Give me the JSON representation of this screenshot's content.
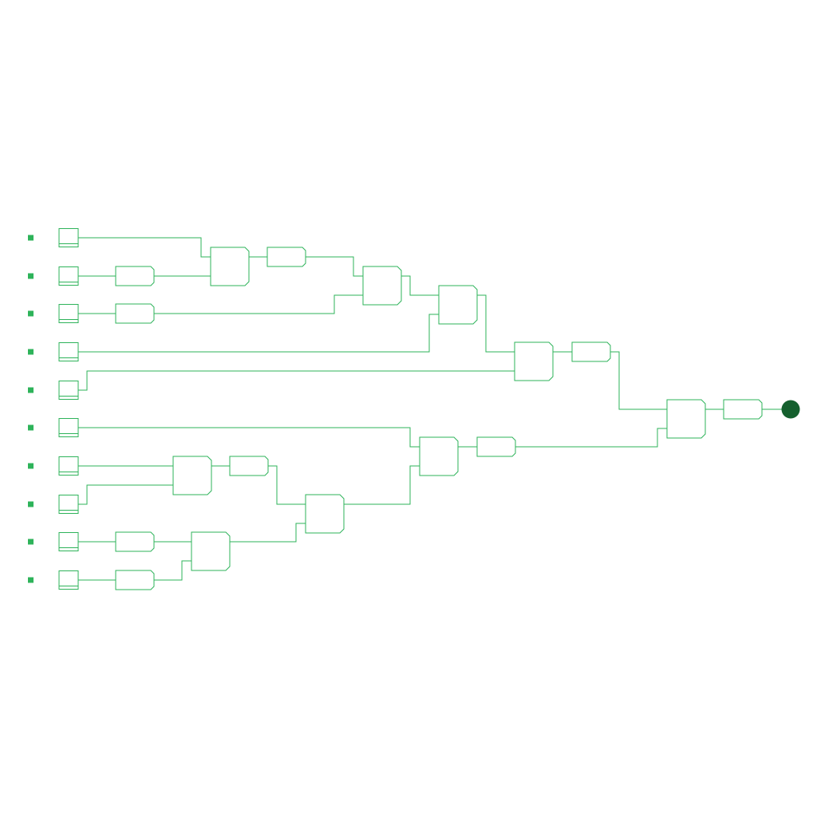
{
  "diagram": {
    "colors": {
      "background": "#ffffff",
      "wire": "#2eb35a",
      "gate_stroke": "#2eb35a",
      "input_marker": "#2eb35a",
      "output_node": "#15602e"
    },
    "inputs": [
      {
        "id": "in1"
      },
      {
        "id": "in2"
      },
      {
        "id": "in3"
      },
      {
        "id": "in4"
      },
      {
        "id": "in5"
      },
      {
        "id": "in6"
      },
      {
        "id": "in7"
      },
      {
        "id": "in8"
      },
      {
        "id": "in9"
      },
      {
        "id": "in10"
      }
    ],
    "gates": [
      {
        "id": "g-buf-2",
        "kind": "buffer"
      },
      {
        "id": "g-buf-3",
        "kind": "buffer"
      },
      {
        "id": "g-and-a",
        "kind": "and"
      },
      {
        "id": "g-buf-a",
        "kind": "buffer"
      },
      {
        "id": "g-and-b",
        "kind": "and"
      },
      {
        "id": "g-and-c",
        "kind": "and"
      },
      {
        "id": "g-and-d",
        "kind": "and"
      },
      {
        "id": "g-buf-d",
        "kind": "buffer"
      },
      {
        "id": "g-and-e",
        "kind": "and"
      },
      {
        "id": "g-buf-e",
        "kind": "buffer"
      },
      {
        "id": "g-buf-9",
        "kind": "buffer"
      },
      {
        "id": "g-buf-10",
        "kind": "buffer"
      },
      {
        "id": "g-and-f",
        "kind": "and"
      },
      {
        "id": "g-and-g",
        "kind": "and"
      },
      {
        "id": "g-and-h",
        "kind": "and"
      },
      {
        "id": "g-buf-h",
        "kind": "buffer"
      },
      {
        "id": "g-and-out",
        "kind": "and"
      },
      {
        "id": "g-buf-out",
        "kind": "buffer"
      }
    ],
    "output": {
      "id": "out"
    }
  }
}
